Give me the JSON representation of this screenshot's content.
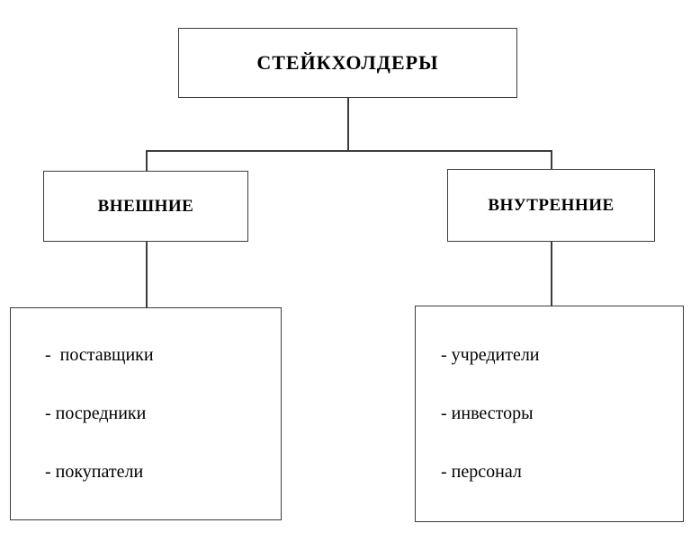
{
  "diagram": {
    "type": "hierarchy-tree",
    "title": "СТЕЙКХОЛДЕРЫ",
    "root": {
      "label": "СТЕЙКХОЛДЕРЫ"
    },
    "branches": [
      {
        "label": "ВНЕШНИЕ",
        "items": [
          "-  поставщики",
          "- посредники",
          "- покупатели"
        ]
      },
      {
        "label": "ВНУТРЕННИЕ",
        "items": [
          "- учредители",
          "- инвесторы",
          "- персонал"
        ]
      }
    ],
    "colors": {
      "border": "#3c3c3c",
      "background": "#ffffff",
      "text": "#000000"
    }
  }
}
